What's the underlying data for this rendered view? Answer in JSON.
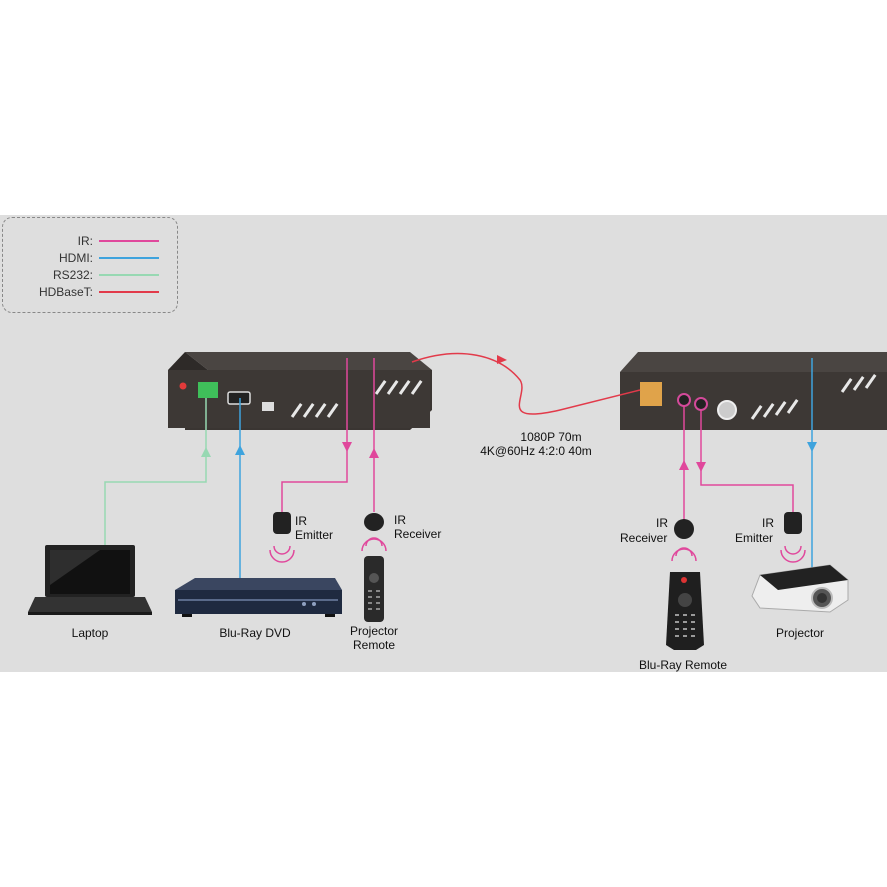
{
  "legend": {
    "items": [
      {
        "label": "IR:",
        "color": "#e0489c"
      },
      {
        "label": "HDMI:",
        "color": "#3ea3dd"
      },
      {
        "label": "RS232:",
        "color": "#97d8b2"
      },
      {
        "label": "HDBaseT:",
        "color": "#e23a4a"
      }
    ]
  },
  "cable": {
    "line1": "1080P 70m",
    "line2": "4K@60Hz 4:2:0 40m"
  },
  "devices": {
    "laptop": "Laptop",
    "bluray_dvd": "Blu-Ray DVD",
    "projector_remote_1": "Projector",
    "projector_remote_2": "Remote",
    "ir_emitter_tx_1": "IR",
    "ir_emitter_tx_2": "Emitter",
    "ir_receiver_tx_1": "IR",
    "ir_receiver_tx_2": "Receiver",
    "ir_receiver_rx_1": "IR",
    "ir_receiver_rx_2": "Receiver",
    "ir_emitter_rx_1": "IR",
    "ir_emitter_rx_2": "Emitter",
    "bluray_remote": "Blu-Ray Remote",
    "projector": "Projector"
  }
}
